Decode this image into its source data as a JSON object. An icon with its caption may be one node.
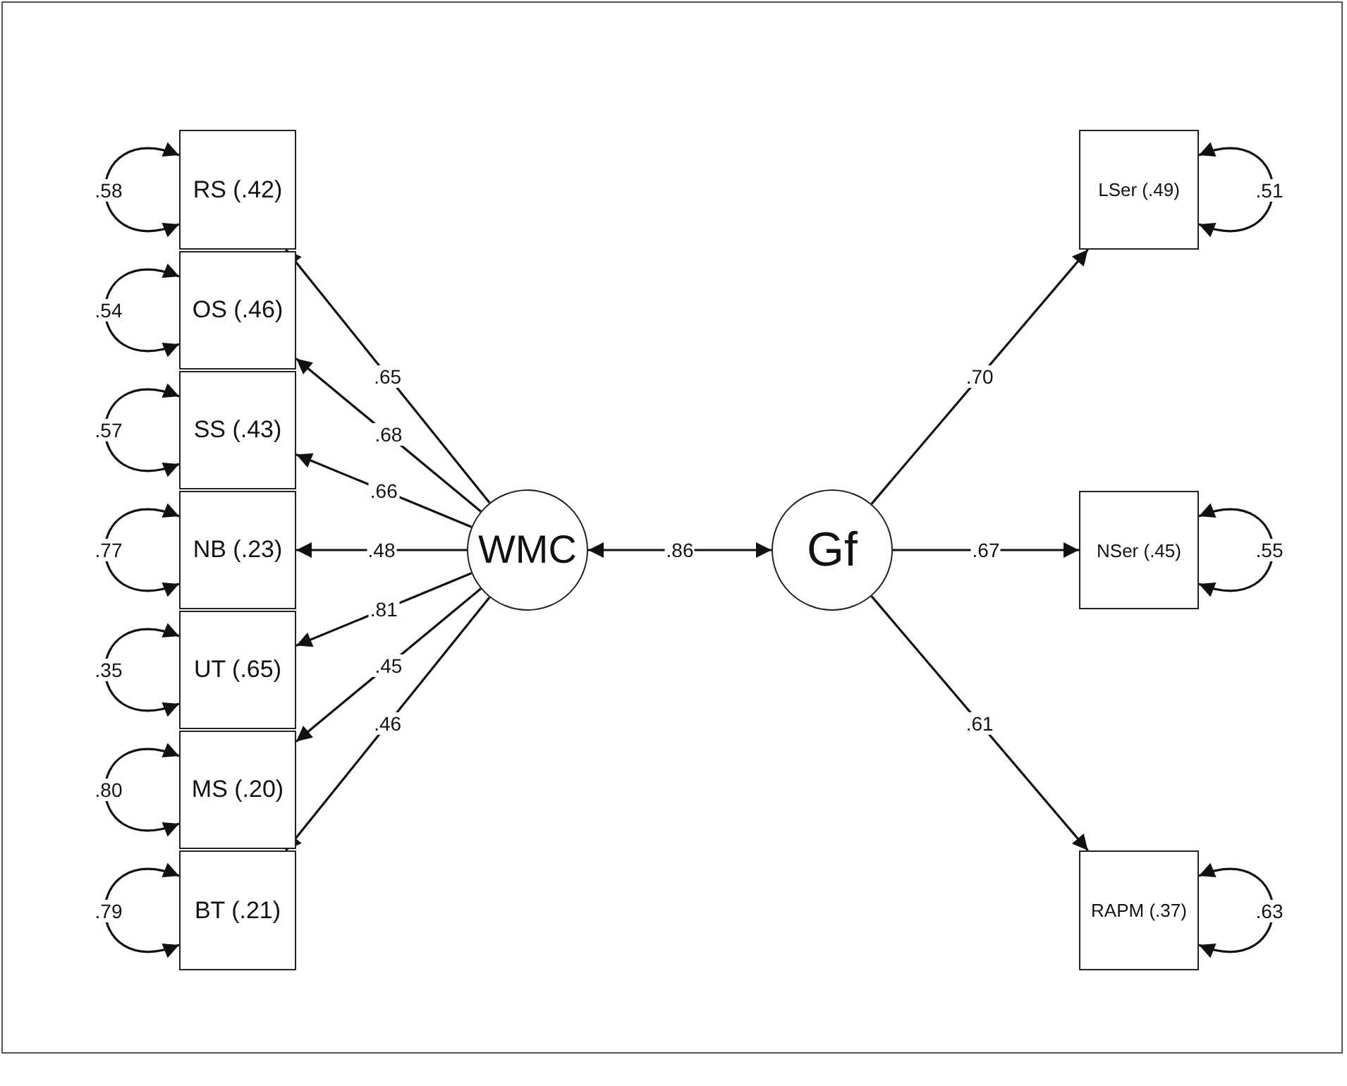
{
  "diagram": {
    "nodes": [
      {
        "text": [
          "RS (.42)"
        ]
      },
      {
        "text": [
          "OS (.46)"
        ]
      },
      {
        "text": [
          "SS (.43)"
        ]
      },
      {
        "text": [
          "NB (.23)"
        ]
      },
      {
        "text": [
          "UT (.65)"
        ]
      },
      {
        "text": [
          "MS (.20)"
        ]
      },
      {
        "text": [
          "BT (.21)"
        ]
      },
      {
        "text": [
          "WMC"
        ]
      },
      {
        "text": [
          "Gf"
        ]
      },
      {
        "text": [
          "LSer (.49)"
        ]
      },
      {
        "text": [
          "NSer (.45)"
        ]
      },
      {
        "text": [
          "RAPM (.37)"
        ]
      }
    ],
    "edges": [
      {
        "from": 7,
        "to": 0,
        "arrow": "to",
        "label": ".65"
      },
      {
        "from": 7,
        "to": 1,
        "arrow": "to",
        "label": ".68"
      },
      {
        "from": 7,
        "to": 2,
        "arrow": "to",
        "label": ".66"
      },
      {
        "from": 7,
        "to": 3,
        "arrow": "to",
        "label": ".48"
      },
      {
        "from": 7,
        "to": 4,
        "arrow": "to",
        "label": ".81"
      },
      {
        "from": 7,
        "to": 5,
        "arrow": "to",
        "label": ".45"
      },
      {
        "from": 7,
        "to": 6,
        "arrow": "to",
        "label": ".46"
      },
      {
        "from": 7,
        "to": 8,
        "arrow": "both",
        "label": ".86"
      },
      {
        "from": 8,
        "to": 9,
        "arrow": "to",
        "label": ".70"
      },
      {
        "from": 8,
        "to": 10,
        "arrow": "to",
        "label": ".67"
      },
      {
        "from": 8,
        "to": 11,
        "arrow": "to",
        "label": ".61"
      },
      {
        "from": 0,
        "to": 0,
        "arrow": "both",
        "label": ".58"
      },
      {
        "from": 1,
        "to": 1,
        "arrow": "both",
        "label": ".54"
      },
      {
        "from": 2,
        "to": 2,
        "arrow": "both",
        "label": ".57"
      },
      {
        "from": 3,
        "to": 3,
        "arrow": "both",
        "label": ".77"
      },
      {
        "from": 4,
        "to": 4,
        "arrow": "both",
        "label": ".35"
      },
      {
        "from": 5,
        "to": 5,
        "arrow": "both",
        "label": ".80"
      },
      {
        "from": 6,
        "to": 6,
        "arrow": "both",
        "label": ".79"
      },
      {
        "from": 9,
        "to": 9,
        "arrow": "both",
        "label": ".51"
      },
      {
        "from": 10,
        "to": 10,
        "arrow": "both",
        "label": ".55"
      },
      {
        "from": 11,
        "to": 11,
        "arrow": "both",
        "label": ".63"
      }
    ]
  }
}
